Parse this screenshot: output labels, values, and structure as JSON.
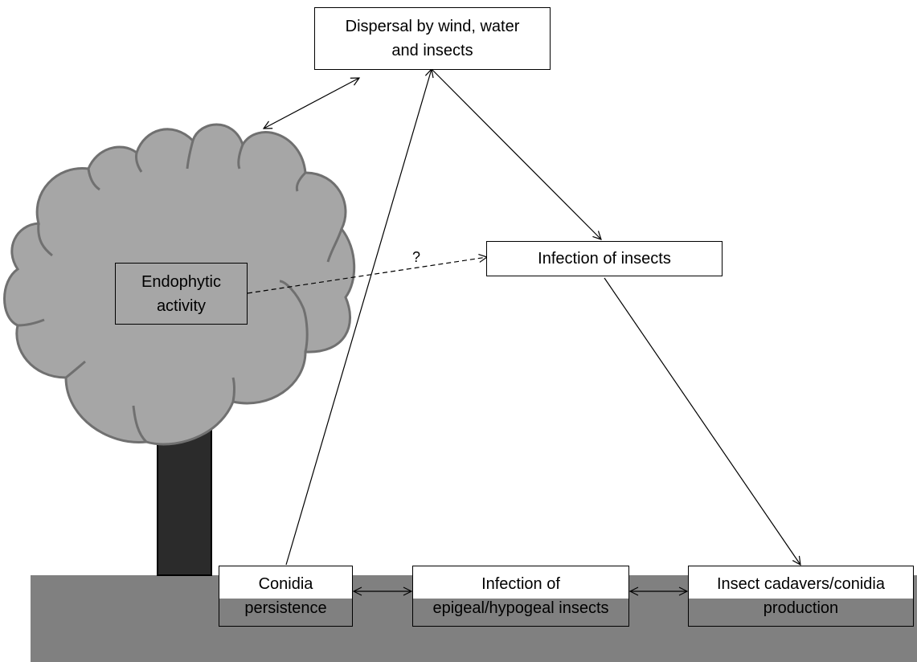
{
  "nodes": {
    "dispersal": "Dispersal by wind, water\nand insects",
    "infection_insects": "Infection of insects",
    "endophytic": "Endophytic\nactivity",
    "conidia_persistence": "Conidia\npersistence",
    "infection_epigeal": "Infection of\nepigeal/hypogeal insects",
    "cadavers": "Insect cadavers/conidia\nproduction"
  },
  "edges": {
    "unknown_link_label": "?"
  },
  "colors": {
    "canopy_fill": "#a6a6a6",
    "canopy_stroke": "#707070",
    "trunk_fill": "#2b2b2b",
    "ground_fill": "#808080",
    "line": "#000000"
  },
  "icons": {
    "tree": "tree-icon",
    "ground": "ground-band"
  }
}
